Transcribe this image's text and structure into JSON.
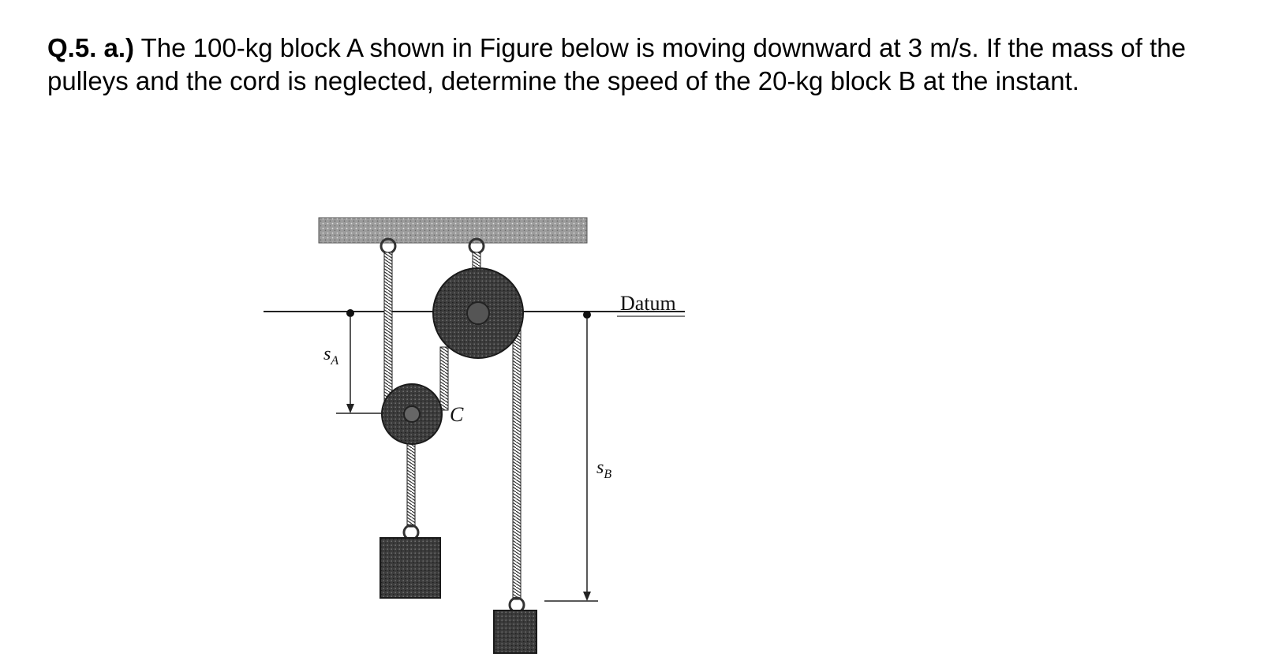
{
  "question": {
    "label": "Q.5. a.)",
    "text": " The 100-kg block A shown in Figure below is moving downward at 3 m/s.  If the mass of the pulleys and the cord is neglected, determine the speed of the 20-kg block B at the instant."
  },
  "figure": {
    "datum_label": "Datum",
    "sa_main": "s",
    "sa_sub": "A",
    "sb_main": "s",
    "sb_sub": "B",
    "pulley_c_label": "C"
  },
  "colors": {
    "ink": "#1a1a1a",
    "pulley_fill": "#3a3a3a",
    "block_fill": "#3d3d3d",
    "ceiling_fill": "#b0b0b0"
  }
}
